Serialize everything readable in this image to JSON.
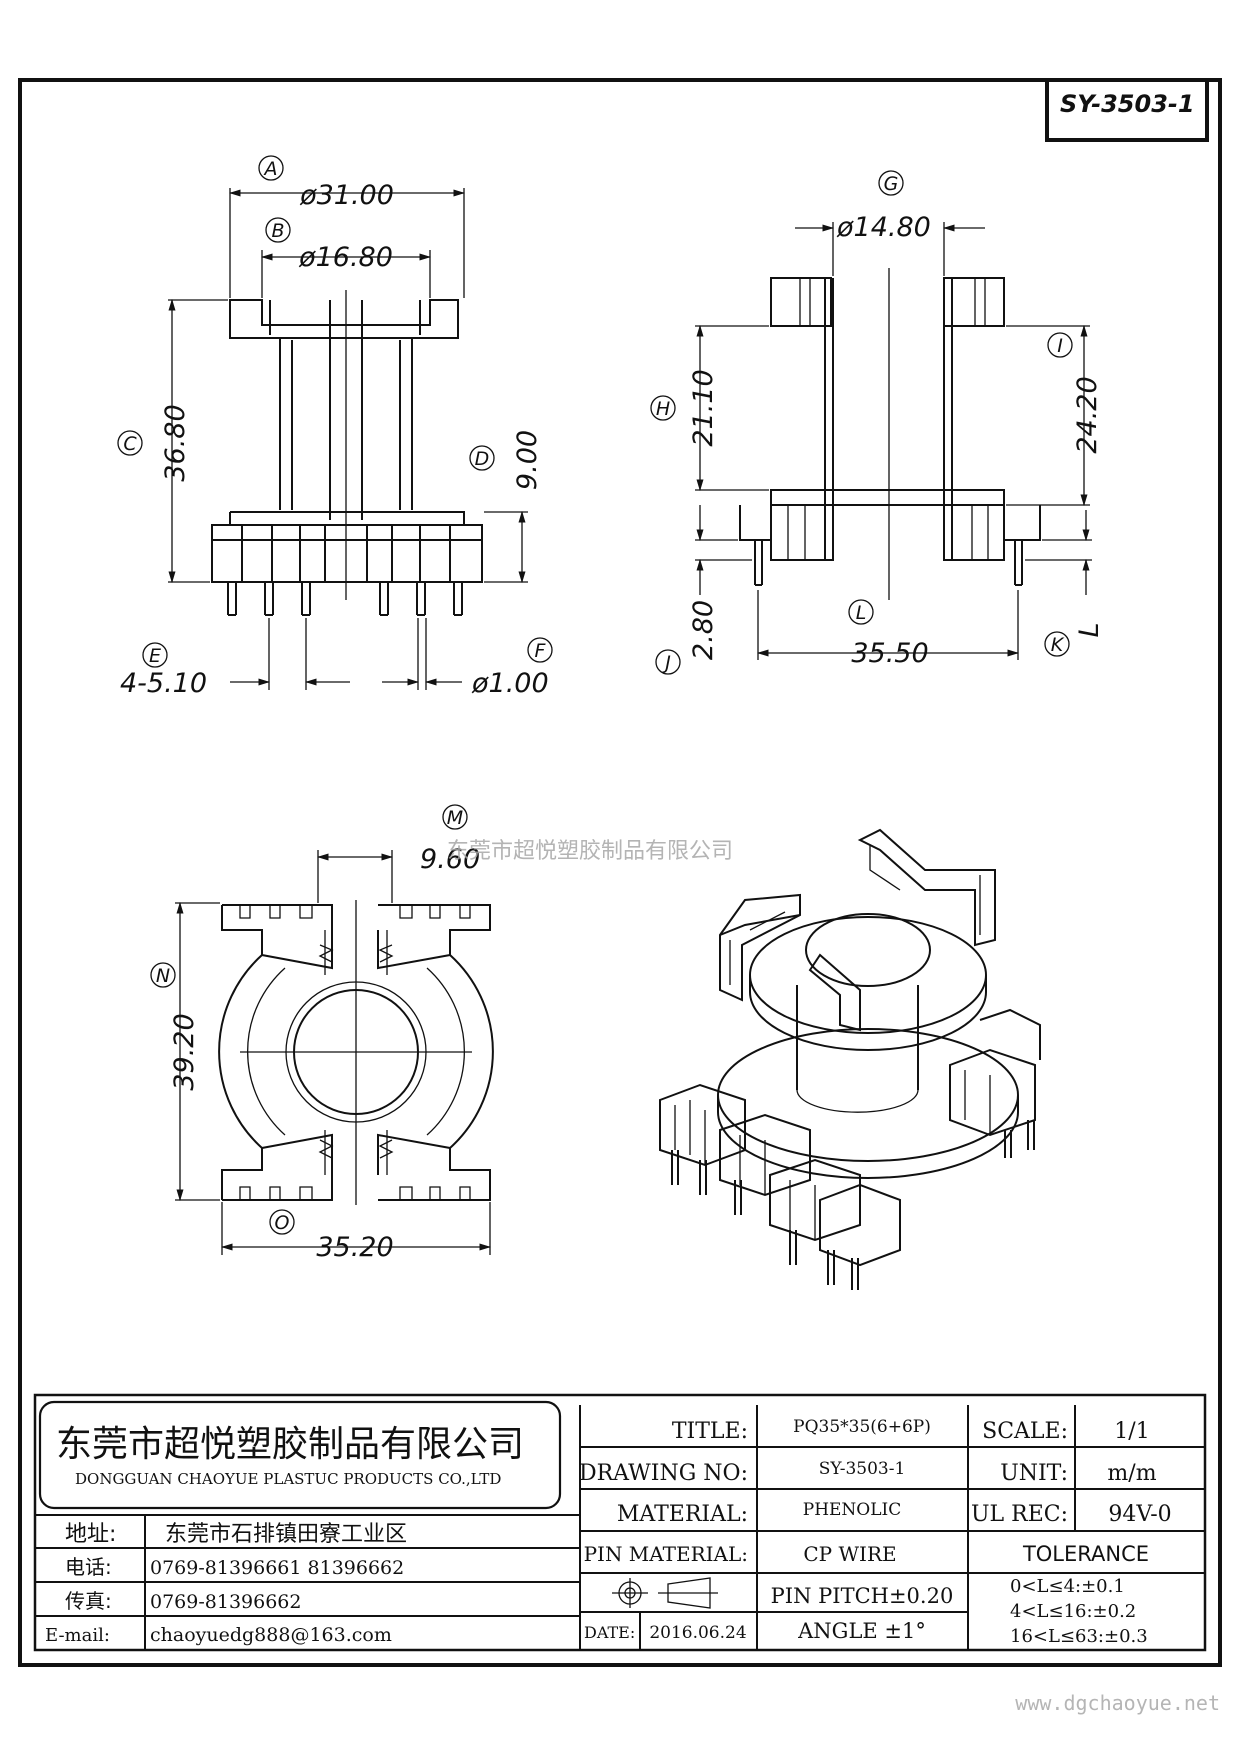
{
  "drawing_code": "SY-3503-1",
  "watermark": "东莞市超悦塑胶制品有限公司",
  "website": "www.dgchaoyue.net",
  "dimensions": {
    "A": {
      "letter": "A",
      "value": "ø31.00"
    },
    "B": {
      "letter": "B",
      "value": "ø16.80"
    },
    "C": {
      "letter": "C",
      "value": "36.80"
    },
    "D": {
      "letter": "D",
      "value": "9.00"
    },
    "E": {
      "letter": "E",
      "value": "4-5.10"
    },
    "F": {
      "letter": "F",
      "value": "ø1.00"
    },
    "G": {
      "letter": "G",
      "value": "ø14.80"
    },
    "H": {
      "letter": "H",
      "value": "21.10"
    },
    "I": {
      "letter": "I",
      "value": "24.20"
    },
    "J": {
      "letter": "J",
      "value": "2.80"
    },
    "K": {
      "letter": "K",
      "value": "L"
    },
    "L": {
      "letter": "L",
      "value": "35.50"
    },
    "M": {
      "letter": "M",
      "value": "9.60"
    },
    "N": {
      "letter": "N",
      "value": "39.20"
    },
    "O": {
      "letter": "O",
      "value": "35.20"
    }
  },
  "title_block": {
    "company_cn": "东莞市超悦塑胶制品有限公司",
    "company_en": "DONGGUAN CHAOYUE PLASTUC PRODUCTS CO.,LTD",
    "address_label": "地址:",
    "address": "东莞市石排镇田寮工业区",
    "phone_label": "电话:",
    "phone": "0769-81396661  81396662",
    "fax_label": "传真:",
    "fax": "0769-81396662",
    "email_label": "E-mail:",
    "email": "chaoyuedg888@163.com",
    "title_label": "TITLE:",
    "title": "PQ35*35(6+6P)",
    "drawing_no_label": "DRAWING NO:",
    "drawing_no": "SY-3503-1",
    "material_label": "MATERIAL:",
    "material": "PHENOLIC",
    "pin_material_label": "PIN MATERIAL:",
    "pin_material": "CP WIRE",
    "pin_pitch": "PIN PITCH±0.20",
    "date_label": "DATE:",
    "date": "2016.06.24",
    "angle": "ANGLE  ±1°",
    "scale_label": "SCALE:",
    "scale": "1/1",
    "unit_label": "UNIT:",
    "unit": "m/m",
    "ul_label": "UL REC:",
    "ul": "94V-0",
    "tolerance_label": "TOLERANCE",
    "tol_1": "0<L≤4:±0.1",
    "tol_2": "4<L≤16:±0.2",
    "tol_3": "16<L≤63:±0.3"
  }
}
